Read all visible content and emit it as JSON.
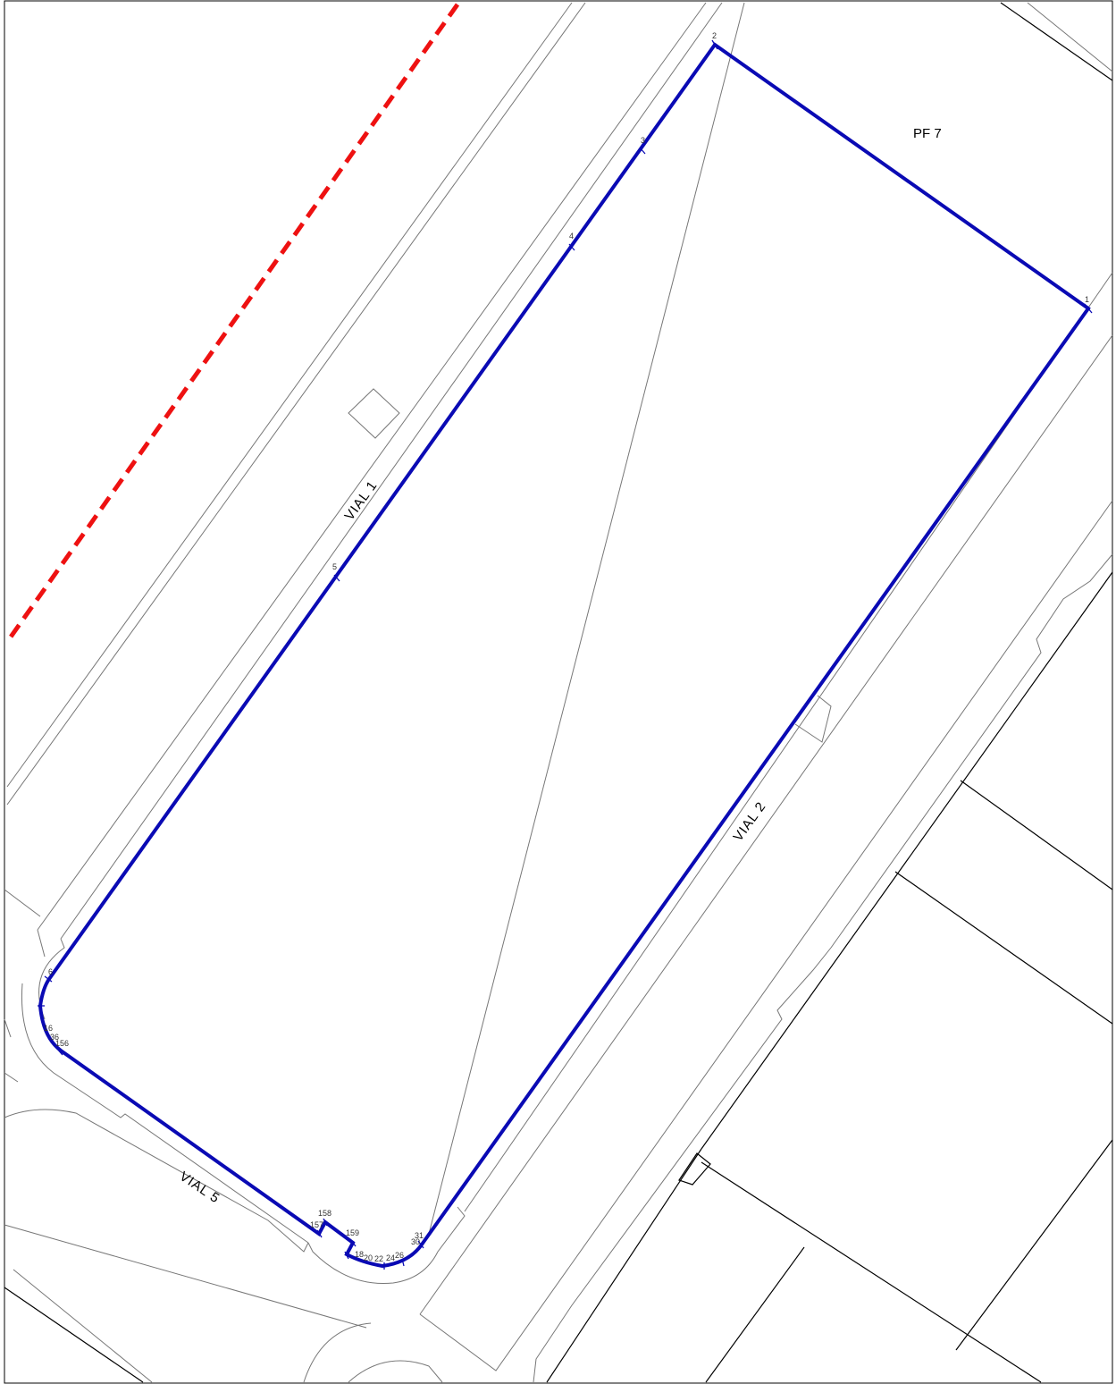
{
  "labels": {
    "parcel": "PF 7",
    "street_1": "VIAL 1",
    "street_2": "VIAL 2",
    "street_5": "VIAL 5"
  },
  "vertices": {
    "v1": "1",
    "v2": "2",
    "v3": "3",
    "v4": "4",
    "v5": "5",
    "v6": "6",
    "v158": "158",
    "v157": "157",
    "v159": "159",
    "v156": "156",
    "v16": "16",
    "v36": "36",
    "v31": "31",
    "v30": "30",
    "v26": "26",
    "v24": "24",
    "v22": "22",
    "v20": "20",
    "v18": "18"
  },
  "colors": {
    "parcel_outline": "#0a0ab4",
    "boundary_dashed": "#ee1111",
    "linework": "#777777"
  }
}
